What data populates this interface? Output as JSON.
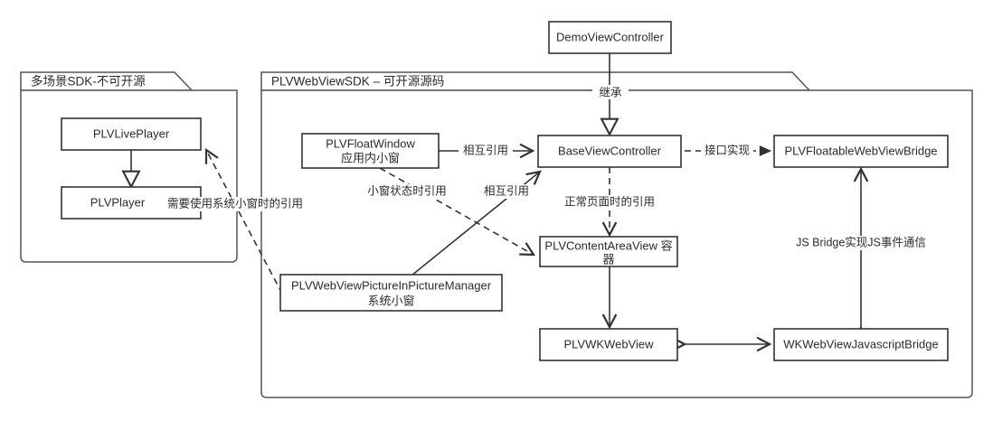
{
  "diagram": {
    "title": "PLVWebViewSDK architecture diagram",
    "packages": [
      {
        "id": "pkg-left",
        "label": "多场景SDK-不可开源"
      },
      {
        "id": "pkg-right",
        "label": "PLVWebViewSDK – 可开源源码"
      }
    ],
    "nodes": {
      "demo_view_controller": "DemoViewController",
      "plv_live_player": "PLVLivePlayer",
      "plv_player": "PLVPlayer",
      "plv_float_window_line1": "PLVFloatWindow",
      "plv_float_window_line2": "应用内小窗",
      "base_view_controller": "BaseViewController",
      "plv_floatable_webview_bridge": "PLVFloatableWebViewBridge",
      "plv_content_area_view_line1": "PLVContentAreaView 容",
      "plv_content_area_view_line2": "器",
      "plv_pip_manager_line1": "PLVWebViewPictureInPictureManager",
      "plv_pip_manager_line2": "系统小窗",
      "plv_wk_webview": "PLVWKWebView",
      "wk_webview_javascript_bridge": "WKWebViewJavascriptBridge"
    },
    "edge_labels": {
      "inherit": "继承",
      "mutual_ref_float": "相互引用",
      "mutual_ref_pip": "相互引用",
      "interface_impl": "接口实现",
      "float_state_ref": "小窗状态时引用",
      "normal_page_ref": "正常页面时的引用",
      "system_pip_ref": "需要使用系统小窗时的引用",
      "js_bridge_comm": "JS Bridge实现JS事件通信"
    },
    "colors": {
      "background": "#ffffff",
      "node_stroke": "#333333",
      "package_stroke": "#555555",
      "text": "#2b2b2b"
    }
  }
}
